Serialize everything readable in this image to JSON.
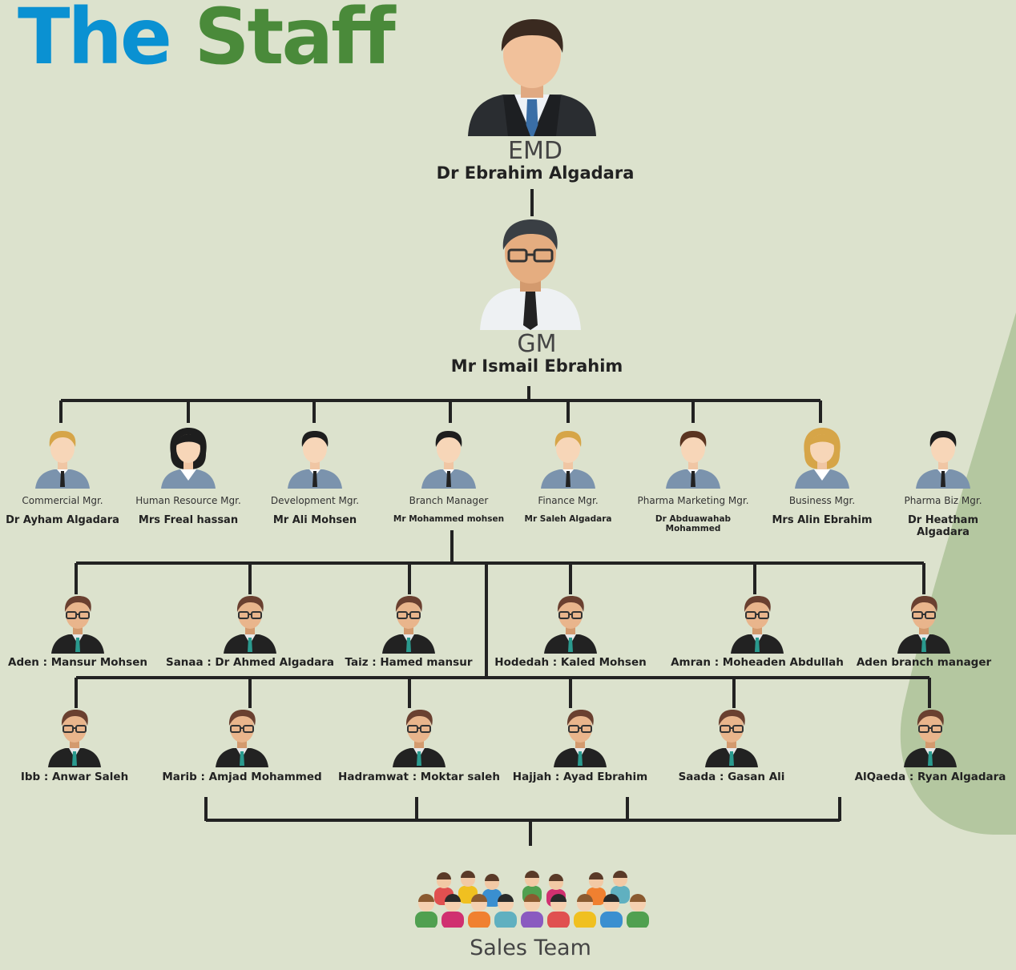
{
  "title": {
    "part1": "The",
    "part2": "Staff"
  },
  "colors": {
    "title_blue": "#0a91d2",
    "title_green": "#4a8a3a",
    "background": "#dce2cd",
    "accent_shape": "#b4c7a0"
  },
  "emd": {
    "role": "EMD",
    "name": "Dr Ebrahim Algadara"
  },
  "gm": {
    "role": "GM",
    "name": "Mr Ismail Ebrahim"
  },
  "managers": [
    {
      "role": "Commercial Mgr.",
      "name": "Dr Ayham Algadara",
      "icon": "male-blonde-avatar-icon"
    },
    {
      "role": "Human Resource Mgr.",
      "name": "Mrs Freal hassan",
      "icon": "female-avatar-icon"
    },
    {
      "role": "Development Mgr.",
      "name": "Mr Ali Mohsen",
      "icon": "male-avatar-icon"
    },
    {
      "role": "Branch Manager",
      "name": "Mr Mohammed mohsen",
      "icon": "male-avatar-icon"
    },
    {
      "role": "Finance Mgr.",
      "name": "Mr Saleh Algadara",
      "icon": "male-blonde-avatar-icon"
    },
    {
      "role": "Pharma Marketing Mgr.",
      "name": "Dr Abduawahab Mohammed",
      "icon": "male-brown-avatar-icon"
    },
    {
      "role": "Business Mgr.",
      "name": "Mrs Alin Ebrahim",
      "icon": "female-blonde-avatar-icon"
    },
    {
      "role": "Pharma Biz Mgr.",
      "name": "Dr Heatham Algadara",
      "icon": "male-avatar-icon"
    }
  ],
  "branches_row1": [
    "Aden : Mansur Mohsen",
    "Sanaa : Dr Ahmed Algadara",
    "Taiz : Hamed mansur",
    "Hodedah : Kaled Mohsen",
    "Amran : Moheaden Abdullah",
    "Aden branch manager"
  ],
  "branches_row2": [
    "Ibb : Anwar Saleh",
    "Marib : Amjad Mohammed",
    "Hadramwat : Moktar saleh",
    "Hajjah : Ayad Ebrahim",
    "Saada : Gasan Ali",
    "AlQaeda : Ryan Algadara"
  ],
  "sales_team": {
    "label": "Sales Team",
    "icon": "group-people-icon"
  }
}
